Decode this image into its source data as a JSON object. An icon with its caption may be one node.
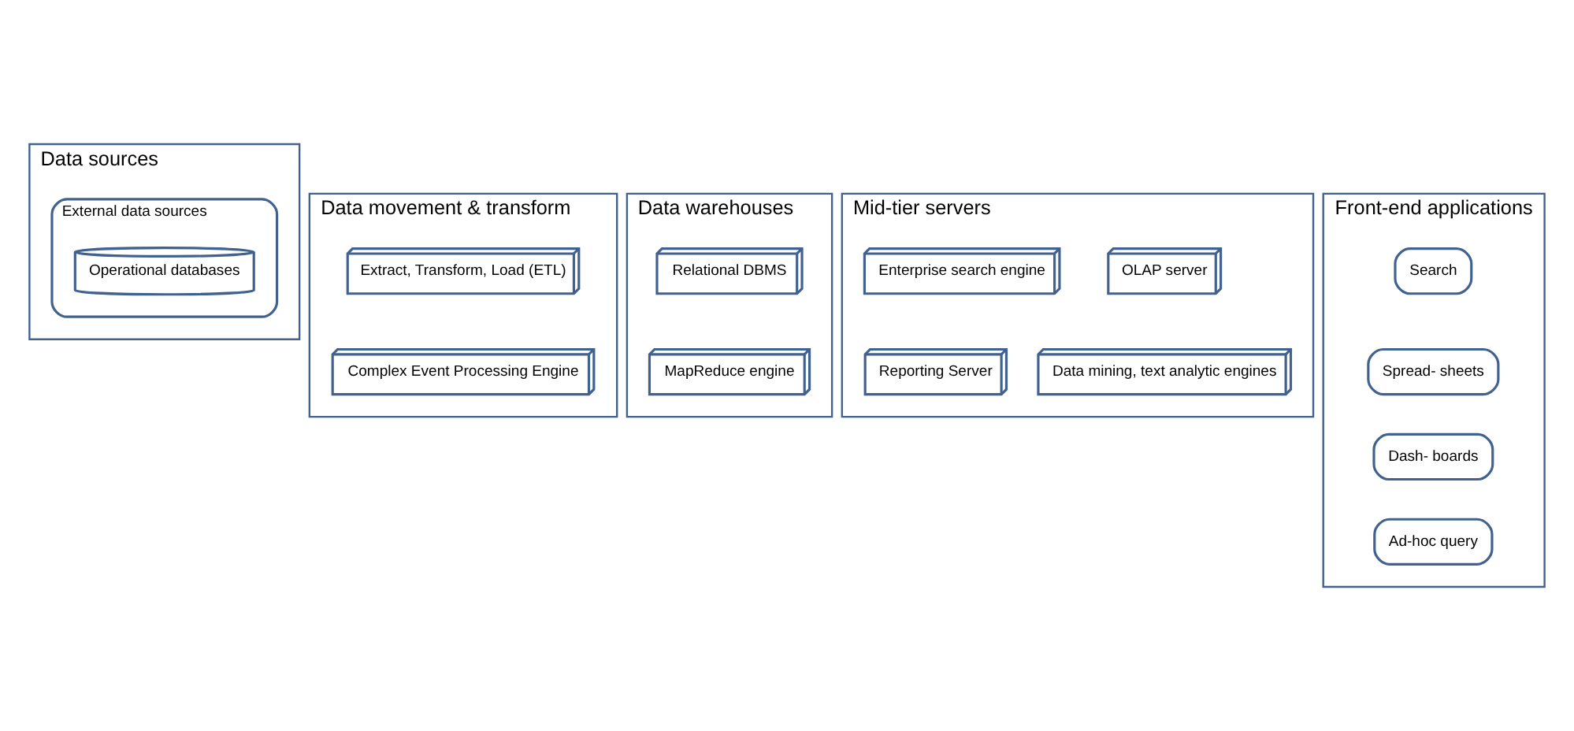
{
  "diagram": {
    "nodes": [
      {
        "text": [
          "Data sources"
        ]
      },
      {
        "text": [
          "External data sources"
        ],
        "in": 0
      },
      {
        "text": [
          "Operational databases"
        ],
        "in": 1
      },
      {
        "text": [
          "Data movement & transform"
        ]
      },
      {
        "text": [
          "Extract, Transform, Load (ETL)"
        ],
        "in": 3
      },
      {
        "text": [
          "Complex Event Processing Engine"
        ],
        "in": 3
      },
      {
        "text": [
          "Data warehouses"
        ]
      },
      {
        "text": [
          "Relational DBMS"
        ],
        "in": 6
      },
      {
        "text": [
          "MapReduce engine"
        ],
        "in": 6
      },
      {
        "text": [
          "Mid-tier servers"
        ]
      },
      {
        "text": [
          "OLAP server"
        ],
        "in": 9
      },
      {
        "text": [
          "Enterprise search engine"
        ],
        "in": 9
      },
      {
        "text": [
          "Data mining, text analytic engines"
        ],
        "in": 9
      },
      {
        "text": [
          "Reporting Server"
        ],
        "in": 9
      },
      {
        "text": [
          "Front-end applications"
        ]
      },
      {
        "text": [
          "Search"
        ],
        "in": 14
      },
      {
        "text": [
          "Spread- sheets"
        ],
        "in": 14
      },
      {
        "text": [
          "Dash- boards"
        ],
        "in": 14
      },
      {
        "text": [
          "Ad-hoc query"
        ],
        "in": 14
      }
    ]
  }
}
